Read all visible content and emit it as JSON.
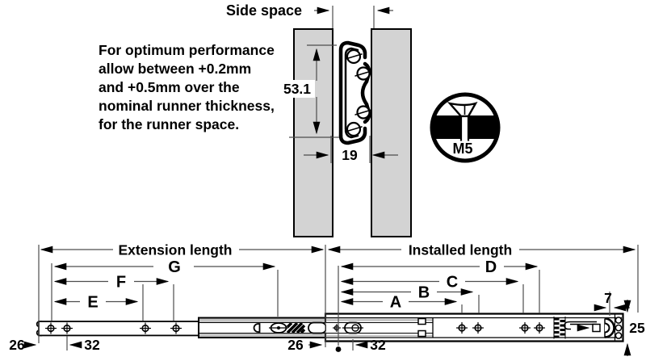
{
  "colors": {
    "panel": "#d3d3d3",
    "ink": "#000000",
    "dim_line": "#4d4d4d"
  },
  "top": {
    "side_space_label": "Side space",
    "note_lines": [
      "For optimum performance",
      "allow between +0.2mm",
      "and +0.5mm over the",
      "nominal runner thickness,",
      "for the runner space."
    ],
    "runner_height": "53.1",
    "runner_space": "19",
    "screw_label": "M5"
  },
  "bottom": {
    "extension_length_label": "Extension length",
    "installed_length_label": "Installed length",
    "dim_letters": {
      "a": "A",
      "b": "B",
      "c": "C",
      "d": "D",
      "e": "E",
      "f": "F",
      "g": "G"
    },
    "left_end_offset": "26",
    "left_hole_pitch": "32",
    "center_end_offset": "26",
    "center_hole_pitch": "32",
    "end_offset": "7",
    "rail_height": "25"
  }
}
